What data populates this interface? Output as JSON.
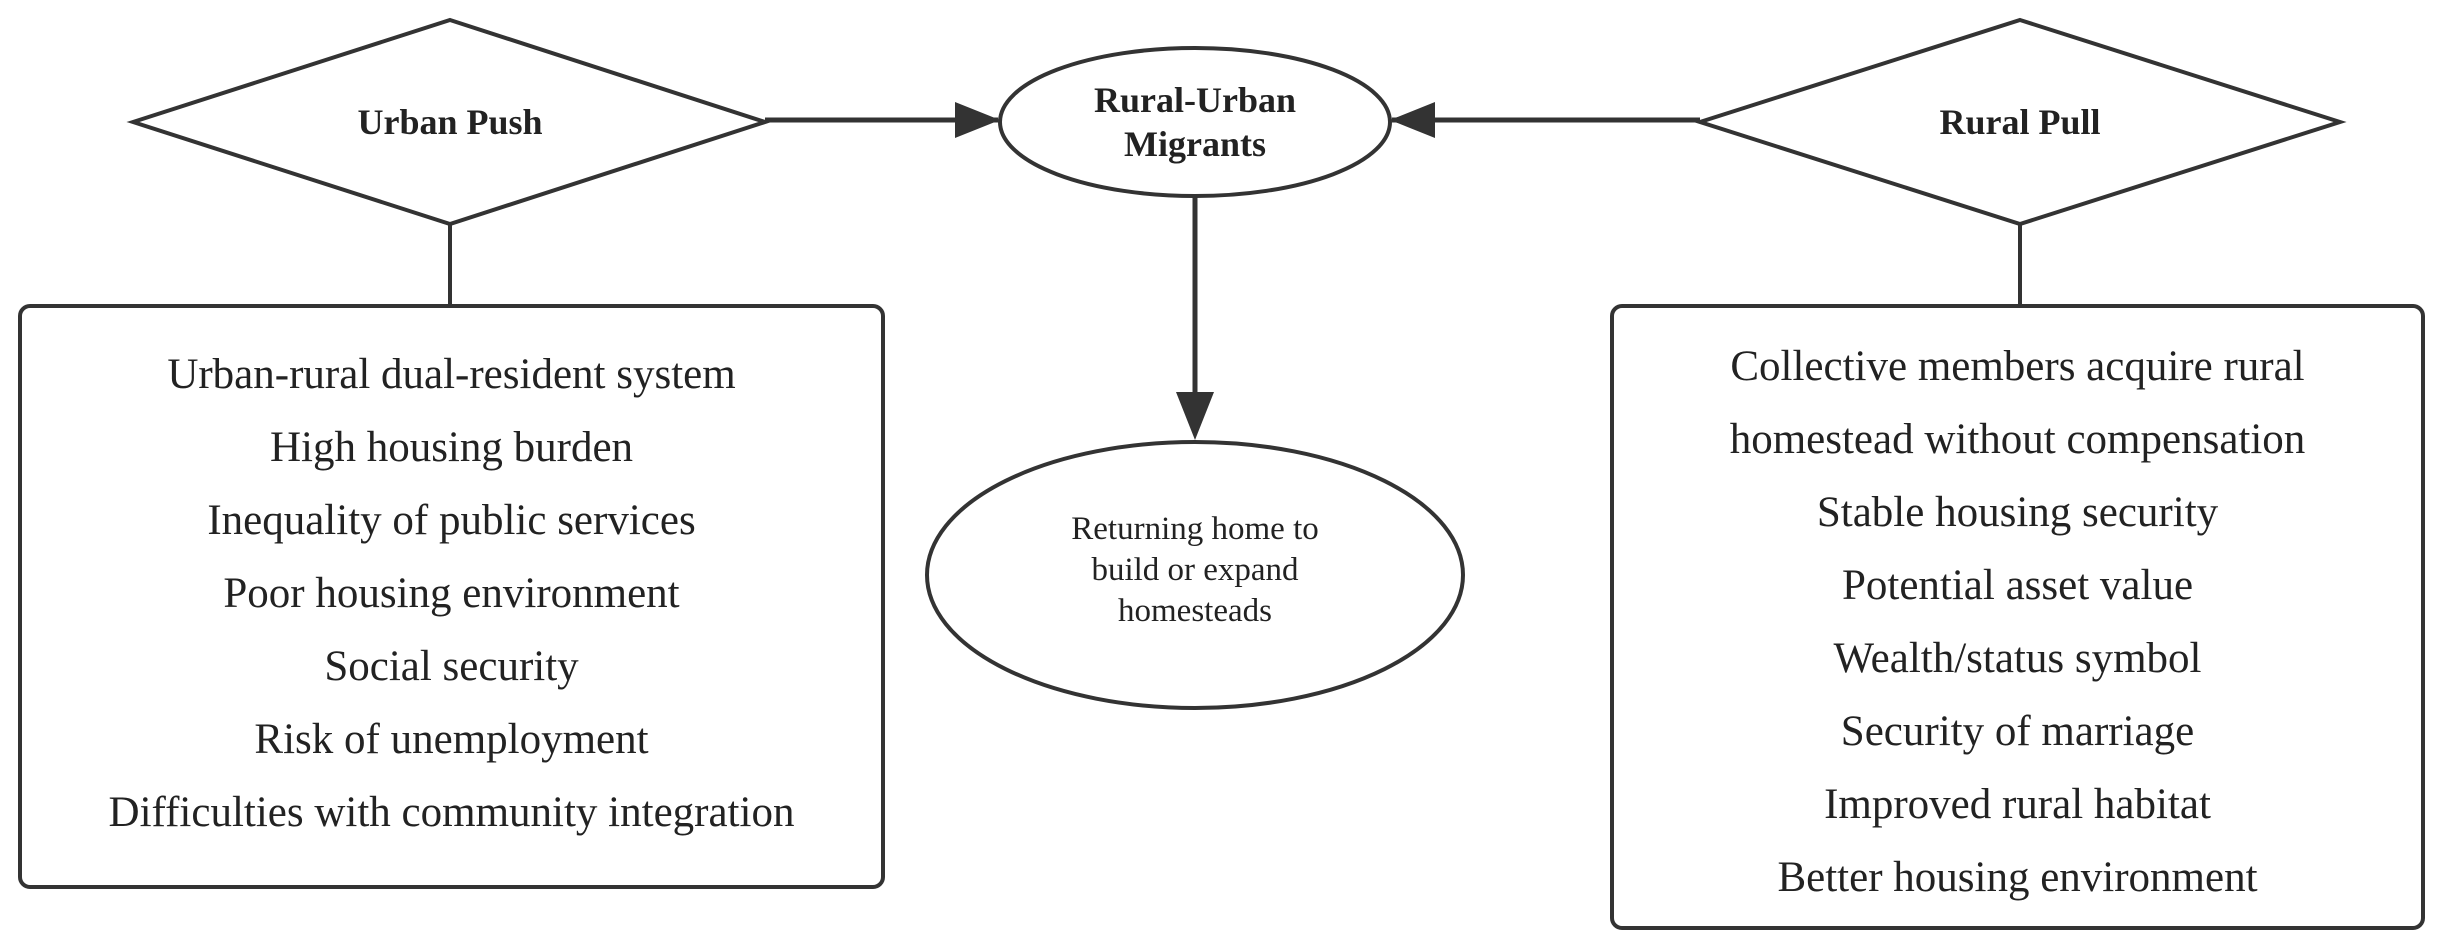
{
  "urban_push": {
    "label": "Urban Push",
    "factors": [
      "Urban-rural dual-resident system",
      "High housing burden",
      "Inequality of public services",
      "Poor housing environment",
      "Social security",
      "Risk of unemployment",
      "Difficulties with community integration"
    ]
  },
  "migrants": {
    "label_line1": "Rural-Urban",
    "label_line2": "Migrants"
  },
  "outcome": {
    "line1": "Returning home to",
    "line2": "build or expand",
    "line3": "homesteads"
  },
  "rural_pull": {
    "label": "Rural Pull",
    "factors": [
      "Collective members acquire rural",
      "homestead without compensation",
      "Stable housing security",
      "Potential asset value",
      "Wealth/status symbol",
      "Security of marriage",
      "Improved rural habitat",
      "Better housing environment"
    ]
  },
  "colors": {
    "stroke": "#333333",
    "text": "#222222",
    "background": "#ffffff"
  }
}
